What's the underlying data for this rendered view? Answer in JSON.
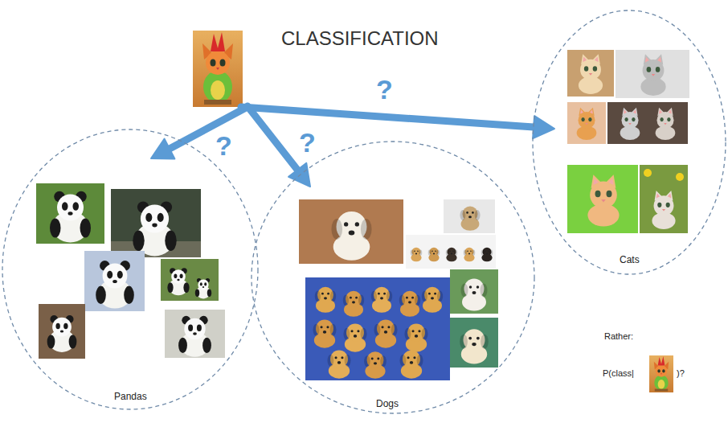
{
  "diagram": {
    "title": "CLASSIFICATION",
    "nodes": [
      {
        "text": [
          "Pandas"
        ]
      },
      {
        "text": [
          "Dogs"
        ]
      },
      {
        "text": [
          "Cats"
        ]
      }
    ],
    "labels": [
      "?",
      "?",
      "?",
      "Rather:",
      "P(class|",
      ")?"
    ]
  }
}
